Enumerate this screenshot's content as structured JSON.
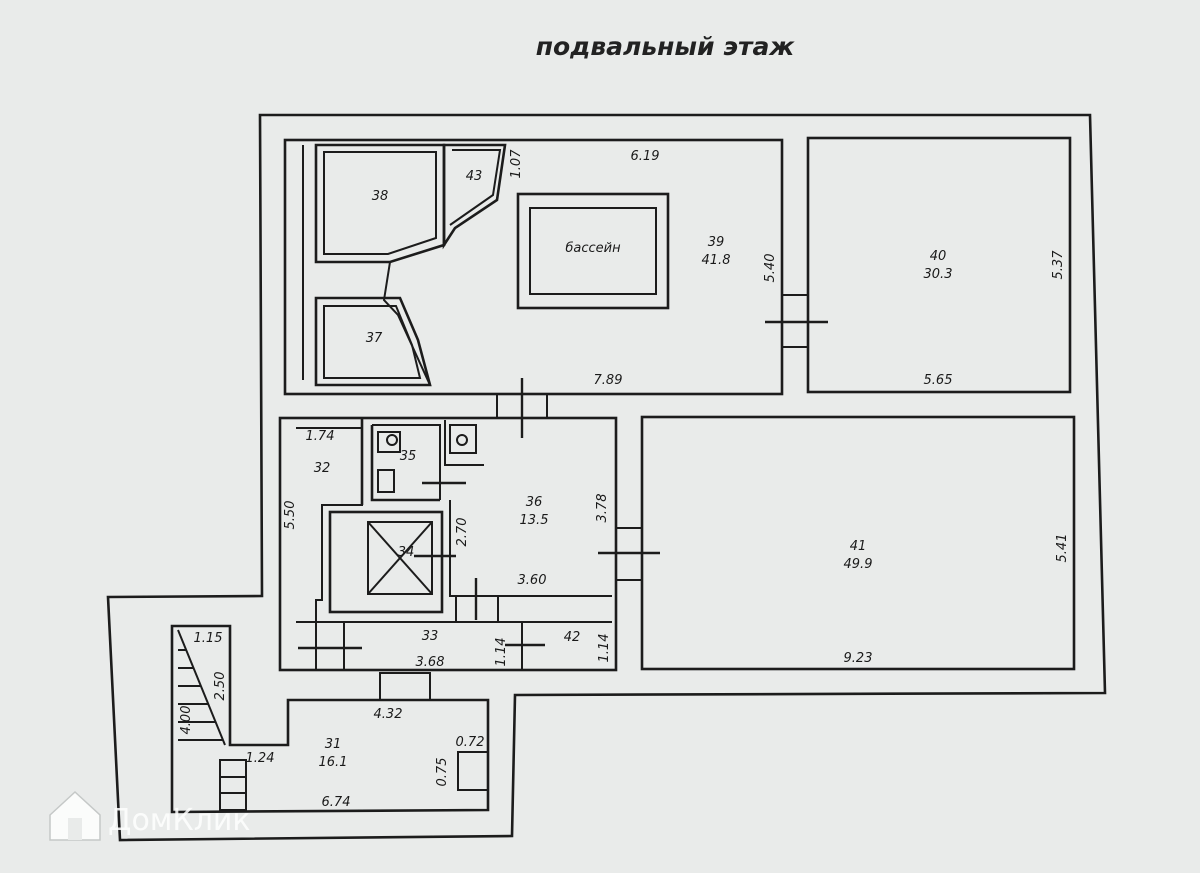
{
  "title": "подвальный этаж",
  "pool_label": "бассейн",
  "rooms": {
    "r31": {
      "num": "31",
      "area": "16.1"
    },
    "r32": {
      "num": "32"
    },
    "r33": {
      "num": "33"
    },
    "r34": {
      "num": "34"
    },
    "r35": {
      "num": "35"
    },
    "r36": {
      "num": "36",
      "area": "13.5"
    },
    "r37": {
      "num": "37"
    },
    "r38": {
      "num": "38"
    },
    "r39": {
      "num": "39",
      "area": "41.8"
    },
    "r40": {
      "num": "40",
      "area": "30.3"
    },
    "r41": {
      "num": "41",
      "area": "49.9"
    },
    "r42": {
      "num": "42"
    },
    "r43": {
      "num": "43"
    }
  },
  "dimensions": {
    "d619": "6.19",
    "d107": "1.07",
    "d540": "5.40",
    "d789": "7.89",
    "d537": "5.37",
    "d565": "5.65",
    "d174": "1.74",
    "d550": "5.50",
    "d270": "2.70",
    "d378": "3.78",
    "d360": "3.60",
    "d541": "5.41",
    "d923": "9.23",
    "d114a": "1.14",
    "d114b": "1.14",
    "d368": "3.68",
    "d432": "4.32",
    "d115": "1.15",
    "d250": "2.50",
    "d400": "4.00",
    "d124": "1.24",
    "d075": "0.75",
    "d072": "0.72",
    "d674": "6.74"
  },
  "watermark": {
    "brand": "ДомКлик",
    "icon": "house-logo-icon"
  }
}
